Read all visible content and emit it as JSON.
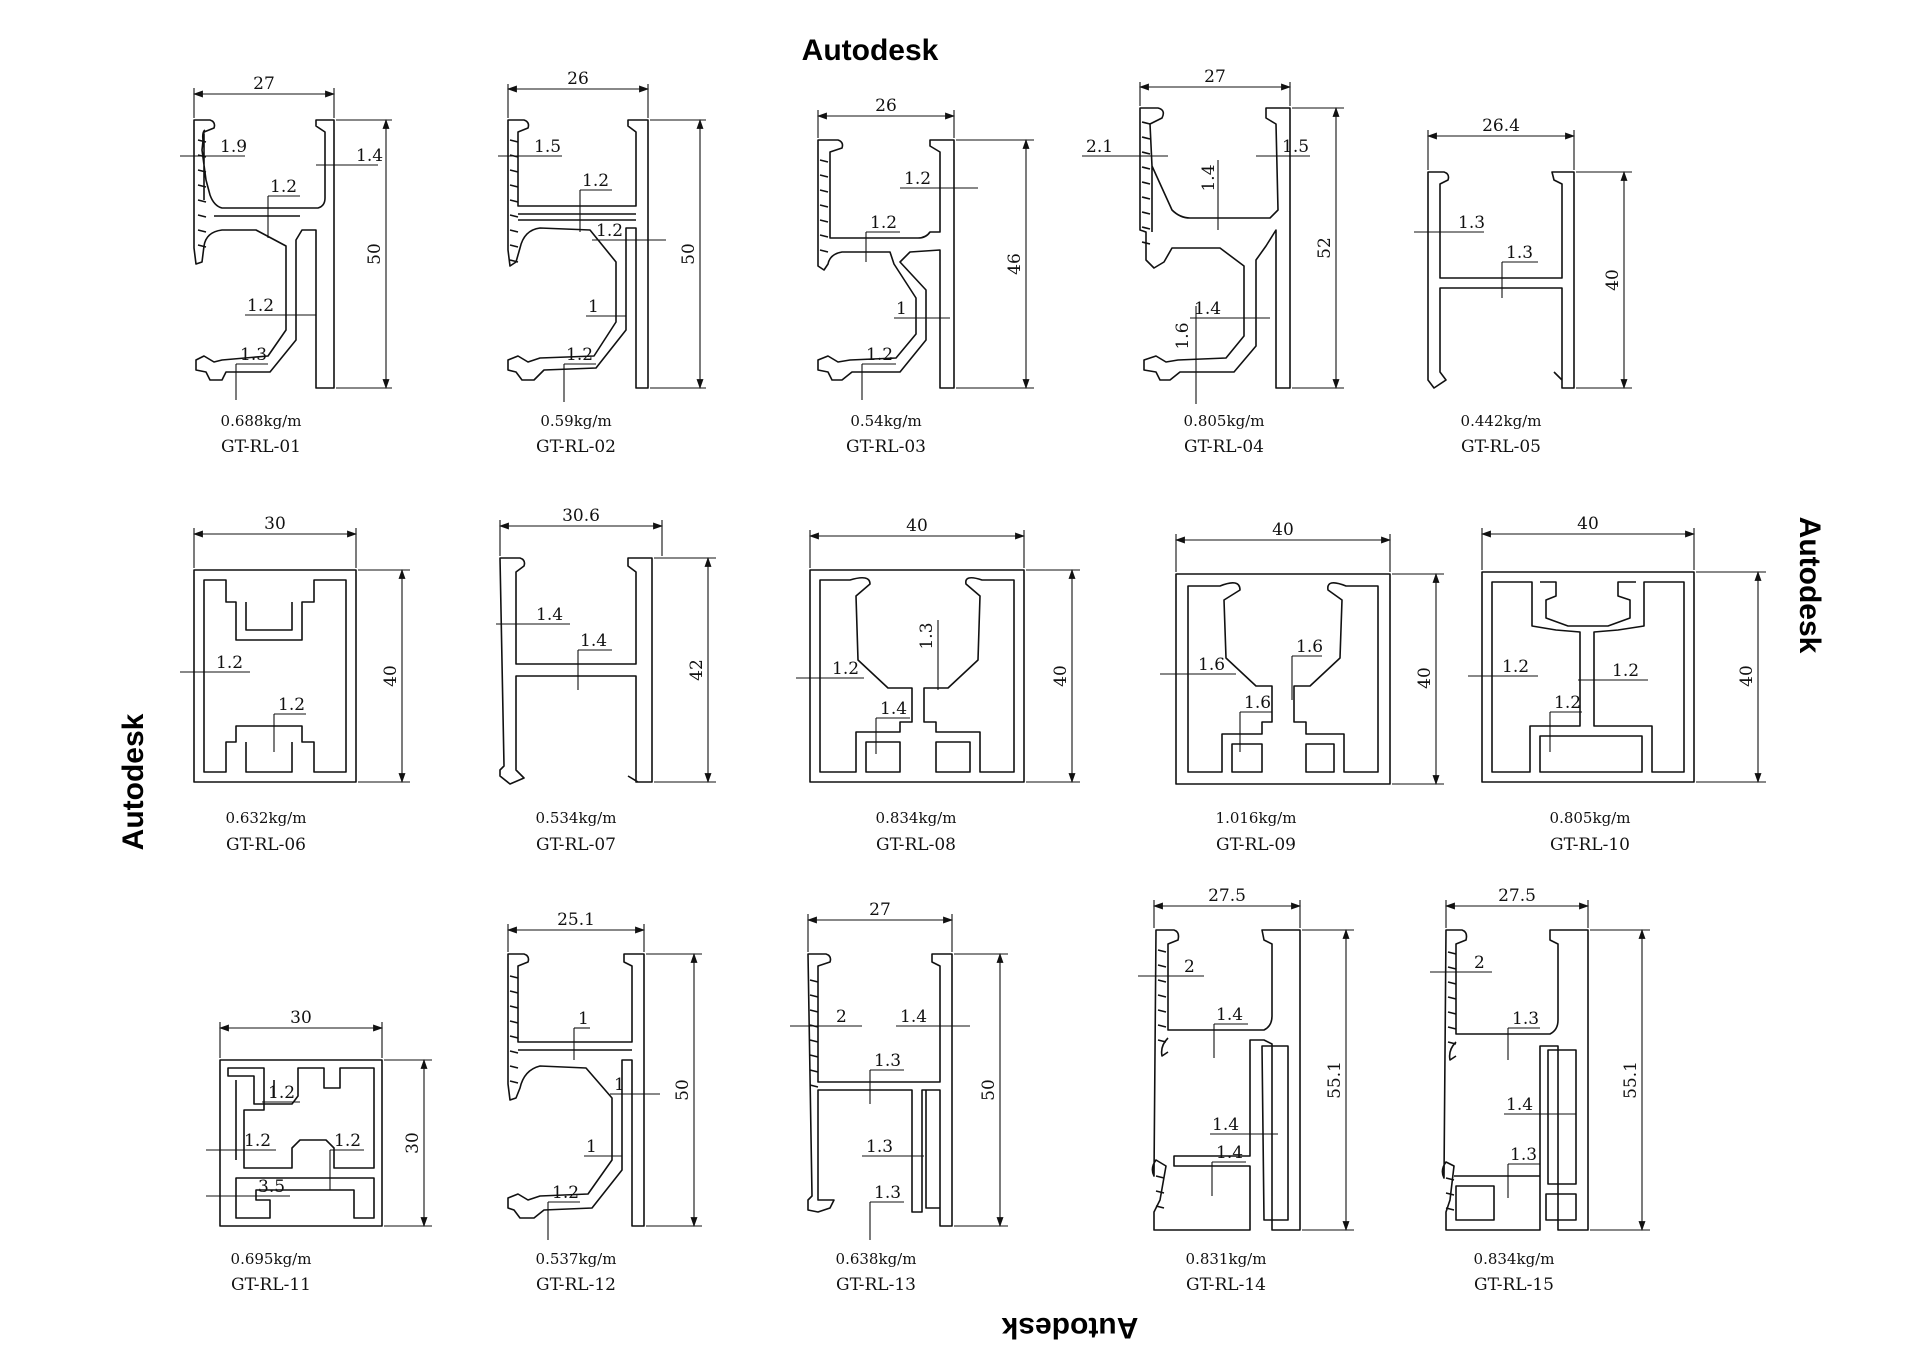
{
  "watermarks": [
    "Autodesk",
    "Autodesk",
    "Autodesk",
    "Autodesk"
  ],
  "profiles": [
    {
      "code": "GT-RL-01",
      "weight": "0.688kg/m",
      "width": "27",
      "height": "50",
      "callouts": [
        "1.9",
        "1.4",
        "1.2",
        "1.2",
        "1.3"
      ]
    },
    {
      "code": "GT-RL-02",
      "weight": "0.59kg/m",
      "width": "26",
      "height": "50",
      "callouts": [
        "1.5",
        "1.2",
        "1.2",
        "1",
        "1.2"
      ]
    },
    {
      "code": "GT-RL-03",
      "weight": "0.54kg/m",
      "width": "26",
      "height": "46",
      "callouts": [
        "1.2",
        "1.2",
        "1",
        "1.2"
      ]
    },
    {
      "code": "GT-RL-04",
      "weight": "0.805kg/m",
      "width": "27",
      "height": "52",
      "callouts": [
        "2.1",
        "1.4",
        "1.5",
        "1.4",
        "1.6"
      ]
    },
    {
      "code": "GT-RL-05",
      "weight": "0.442kg/m",
      "width": "26.4",
      "height": "40",
      "callouts": [
        "1.3",
        "1.3"
      ]
    },
    {
      "code": "GT-RL-06",
      "weight": "0.632kg/m",
      "width": "30",
      "height": "40",
      "callouts": [
        "1.2",
        "1.2"
      ]
    },
    {
      "code": "GT-RL-07",
      "weight": "0.534kg/m",
      "width": "30.6",
      "height": "42",
      "callouts": [
        "1.4",
        "1.4"
      ]
    },
    {
      "code": "GT-RL-08",
      "weight": "0.834kg/m",
      "width": "40",
      "height": "40",
      "callouts": [
        "1.3",
        "1.2",
        "1.4"
      ]
    },
    {
      "code": "GT-RL-09",
      "weight": "1.016kg/m",
      "width": "40",
      "height": "40",
      "callouts": [
        "1.6",
        "1.6",
        "1.6"
      ]
    },
    {
      "code": "GT-RL-10",
      "weight": "0.805kg/m",
      "width": "40",
      "height": "40",
      "callouts": [
        "1.2",
        "1.2",
        "1.2"
      ]
    },
    {
      "code": "GT-RL-11",
      "weight": "0.695kg/m",
      "width": "30",
      "height": "30",
      "callouts": [
        "1.2",
        "1.2",
        "1.2",
        "3.5"
      ]
    },
    {
      "code": "GT-RL-12",
      "weight": "0.537kg/m",
      "width": "25.1",
      "height": "50",
      "callouts": [
        "1",
        "1",
        "1",
        "1.2"
      ]
    },
    {
      "code": "GT-RL-13",
      "weight": "0.638kg/m",
      "width": "27",
      "height": "50",
      "callouts": [
        "2",
        "1.4",
        "1.3",
        "1.3",
        "1.3"
      ]
    },
    {
      "code": "GT-RL-14",
      "weight": "0.831kg/m",
      "width": "27.5",
      "height": "55.1",
      "callouts": [
        "2",
        "1.4",
        "1.4",
        "1.4"
      ]
    },
    {
      "code": "GT-RL-15",
      "weight": "0.834kg/m",
      "width": "27.5",
      "height": "55.1",
      "callouts": [
        "2",
        "1.3",
        "1.4",
        "1.3"
      ]
    }
  ]
}
